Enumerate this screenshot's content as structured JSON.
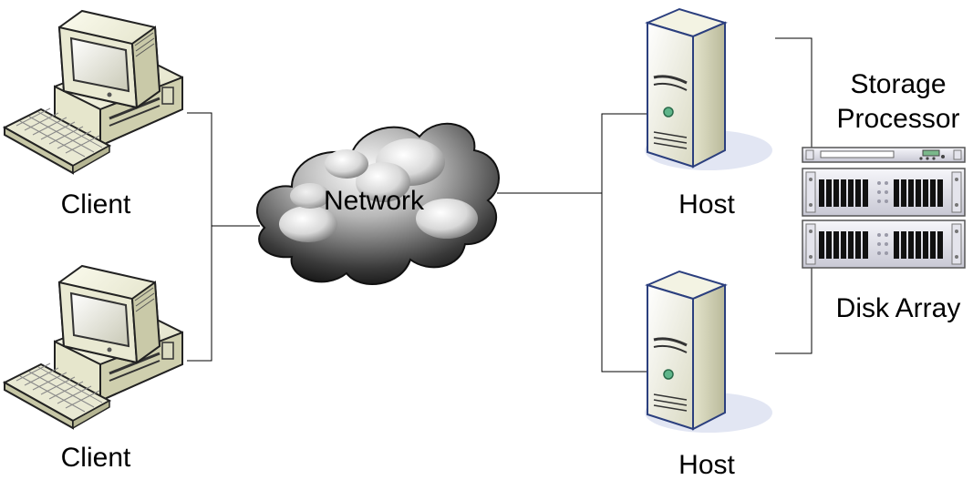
{
  "labels": {
    "client_top": "Client",
    "client_bottom": "Client",
    "network": "Network",
    "host_top": "Host",
    "host_bottom": "Host",
    "storage_line1": "Storage",
    "storage_line2": "Processor",
    "disk_array": "Disk Array"
  },
  "icons": {
    "client": "desktop-computer-icon",
    "network": "cloud-icon",
    "host": "tower-server-icon",
    "storage_processor": "rack-unit-icon",
    "disk_array": "disk-shelf-icon"
  },
  "colors": {
    "line": "#000000",
    "beige": "#f2f2dc",
    "beige_dark": "#c8c8a4",
    "server_blue": "#5f7fc0",
    "text": "#000000"
  }
}
